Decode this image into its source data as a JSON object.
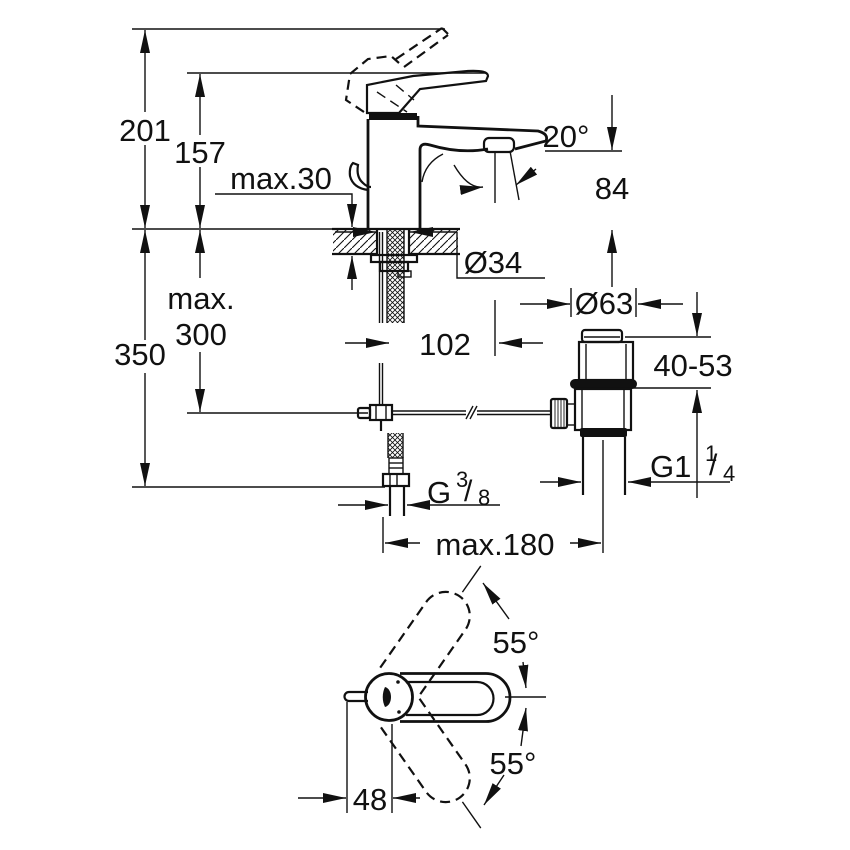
{
  "labels": {
    "h201": "201",
    "h157": "157",
    "deck_thickness": "max.30",
    "spout_angle": "20°",
    "h84": "84",
    "dia_hole": "Ø34",
    "hose_max_word": "max.",
    "hose_max_val": "300",
    "h350": "350",
    "projection": "102",
    "dia_waste": "Ø63",
    "waste_range": "40-53",
    "waste_thread": {
      "base": "G1",
      "sup": "1",
      "slash": "/",
      "sub": "4"
    },
    "hose_thread": {
      "base": "G",
      "sup": "3",
      "slash": "/",
      "sub": "8"
    },
    "reach_max": "max.180",
    "swivel_upper": "55°",
    "swivel_lower": "55°",
    "handle_w": "48"
  }
}
